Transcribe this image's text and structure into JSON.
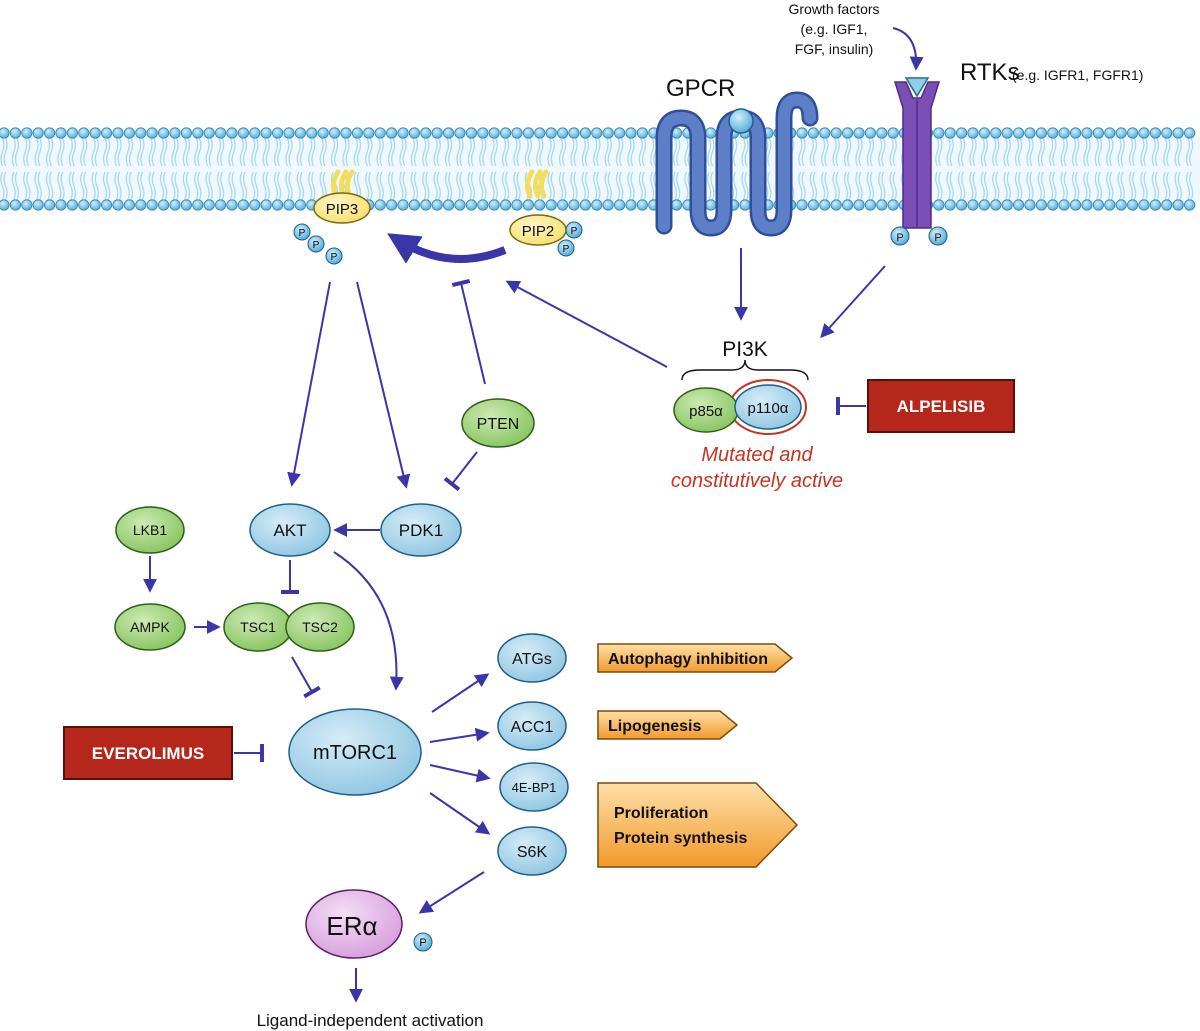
{
  "membrane": {
    "growth_factors": [
      "Growth factors",
      "(e.g. IGF1,",
      "FGF, insulin)"
    ],
    "gpcr": "GPCR",
    "rtks_main": "RTKs",
    "rtks_sub": "(e.g. IGFR1, FGFR1)",
    "pip3": "PIP3",
    "pip2": "PIP2",
    "p": "P"
  },
  "nodes": {
    "pi3k": "PI3K",
    "p85": "p85α",
    "p110": "p110α",
    "mutated": [
      "Mutated and",
      "constitutively active"
    ],
    "pten": "PTEN",
    "akt": "AKT",
    "pdk1": "PDK1",
    "lkb1": "LKB1",
    "ampk": "AMPK",
    "tsc1": "TSC1",
    "tsc2": "TSC2",
    "mtorc1": "mTORC1",
    "atgs": "ATGs",
    "acc1": "ACC1",
    "bp1": "4E-BP1",
    "s6k": "S6K",
    "er": "ERα",
    "ligand": "Ligand-independent activation"
  },
  "drugs": {
    "alpelisib": "ALPELISIB",
    "everolimus": "EVEROLIMUS"
  },
  "outcomes": {
    "autophagy": "Autophagy inhibition",
    "lipogenesis": "Lipogenesis",
    "proliferation": "Proliferation",
    "protein_synthesis": "Protein synthesis"
  },
  "colors": {
    "arrow": "#3a35a8",
    "membrane_head": "#5ab4e0",
    "lipid_tail": "#a9d9f0",
    "node_blue": "#a6d4ea",
    "node_green": "#9ed27a",
    "pip_yellow": "#fbe98a",
    "gpcr": "#4f6fb8",
    "rtk": "#7a4fb5",
    "drug_red": "#b5261b",
    "outcome_orange": "#f6a83b",
    "er_pink": "#e4b4e8",
    "mutated_red": "#c8321e"
  }
}
